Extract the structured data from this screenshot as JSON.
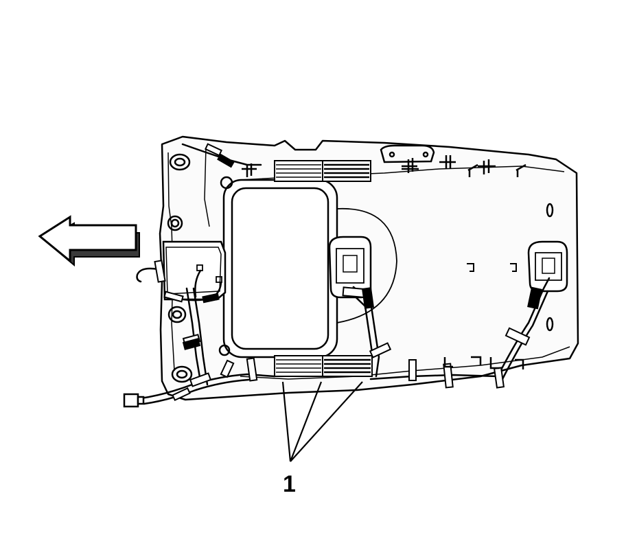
{
  "diagram": {
    "callouts": [
      {
        "label": "1"
      }
    ],
    "icons": {
      "direction_arrow": "arrow-left-icon",
      "headliner": "headliner-panel",
      "harness": "wiring-harness",
      "connector": "connector-icon"
    },
    "colors": {
      "stroke": "#000000",
      "background": "#ffffff",
      "panel_fill": "#f4f4f4",
      "arrow_shadow": "#3a3a3a"
    }
  }
}
